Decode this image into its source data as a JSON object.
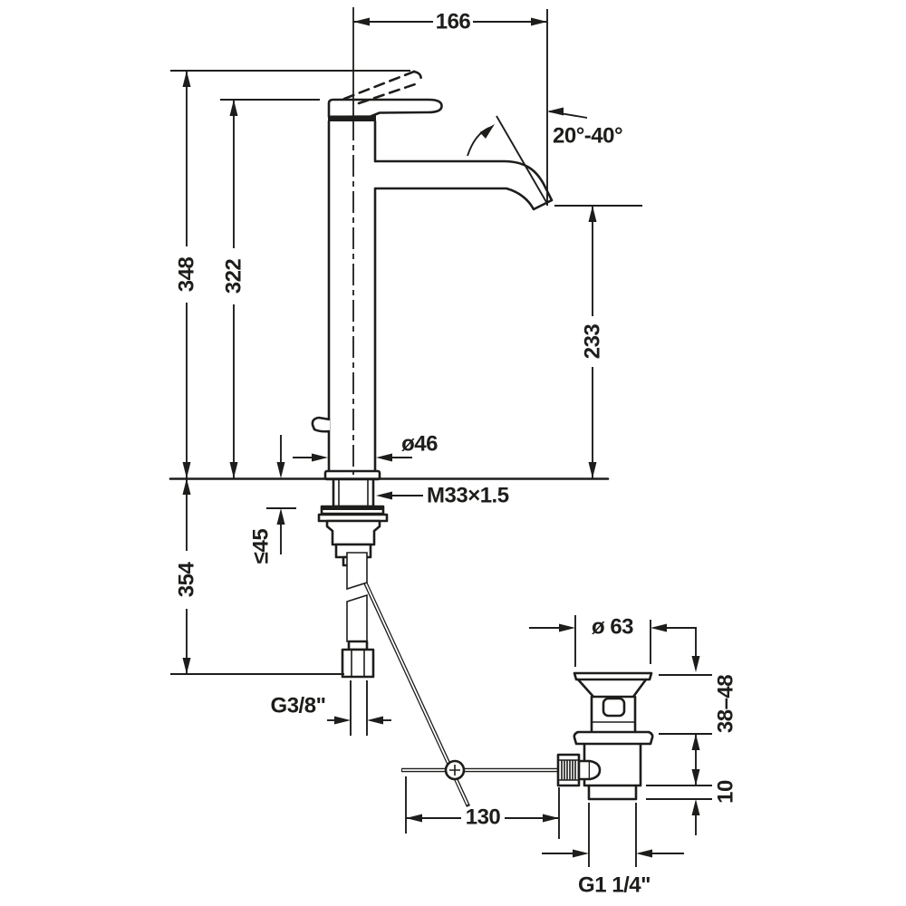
{
  "drawing": {
    "type": "faucet-technical-dimension-drawing",
    "line_color": "#1d1d1b",
    "background": "#ffffff",
    "labels": {
      "spout_reach": "166",
      "aerator_angle_range": "20°-40°",
      "overall_height": "348",
      "height_to_handle": "322",
      "spout_outlet_height": "233",
      "body_diameter": "ø46",
      "mounting_thread": "M33×1.5",
      "max_deck_thickness": "≤45",
      "below_deck_length": "354",
      "supply_hose_thread": "G3/8\"",
      "waste_flange_diameter": "ø 63",
      "waste_depth_range": "38–48",
      "waste_step_height": "10",
      "lever_rod_length": "130",
      "waste_thread": "G1 1/4\""
    }
  }
}
